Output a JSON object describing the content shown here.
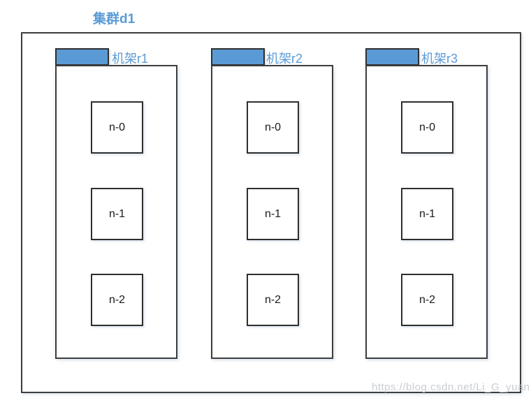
{
  "title": "集群d1",
  "colors": {
    "accent-blue": "#5B9BD5",
    "box-border": "#3d3d3d",
    "tab-border": "#2f2f2f",
    "node-border": "#2e2e2e",
    "watermark-gray": "#c9ccd2"
  },
  "racks": [
    {
      "label": "机架r1",
      "nodes": [
        "n-0",
        "n-1",
        "n-2"
      ]
    },
    {
      "label": "机架r2",
      "nodes": [
        "n-0",
        "n-1",
        "n-2"
      ]
    },
    {
      "label": "机架r3",
      "nodes": [
        "n-0",
        "n-1",
        "n-2"
      ]
    }
  ],
  "watermark": "https://blog.csdn.net/Li_G_yuan"
}
